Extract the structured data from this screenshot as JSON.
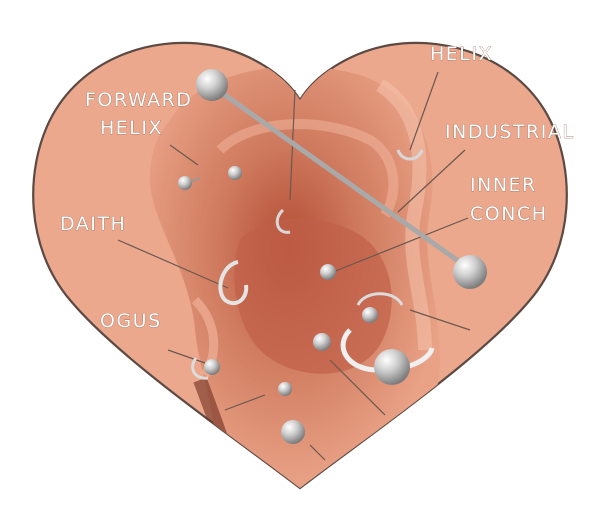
{
  "diagram": {
    "shape": "heart",
    "background_color": "#ffffff",
    "skin_color": "#e9a286",
    "skin_dark": "#b55a43",
    "jewelry_color": "#c9c9c9",
    "labels": {
      "forward_helix_line1": "FORWARD",
      "forward_helix_line2": "HELIX",
      "helix": "HELIX",
      "industrial": "INDUSTRIAL",
      "inner_conch_line1": "INNER",
      "inner_conch_line2": "CONCH",
      "daith": "DAITH",
      "tragus_partial": "OGUS"
    }
  }
}
